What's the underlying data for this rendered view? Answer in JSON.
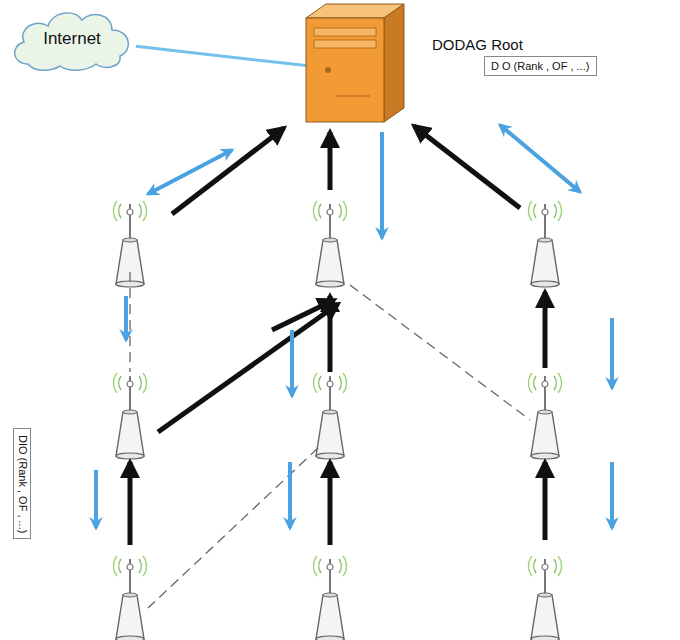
{
  "diagram": {
    "nodes": [
      {
        "text": [
          "Internet"
        ]
      },
      {
        "text": [
          "DODAG Root"
        ]
      },
      {
        "text": [
          "D O (Rank , OF , ...)"
        ]
      },
      {
        "text": [
          "DIO (Rank , OF , ...)"
        ]
      }
    ],
    "edges": [
      {
        "from": 0,
        "to": 1,
        "arrow": "none"
      }
    ]
  }
}
